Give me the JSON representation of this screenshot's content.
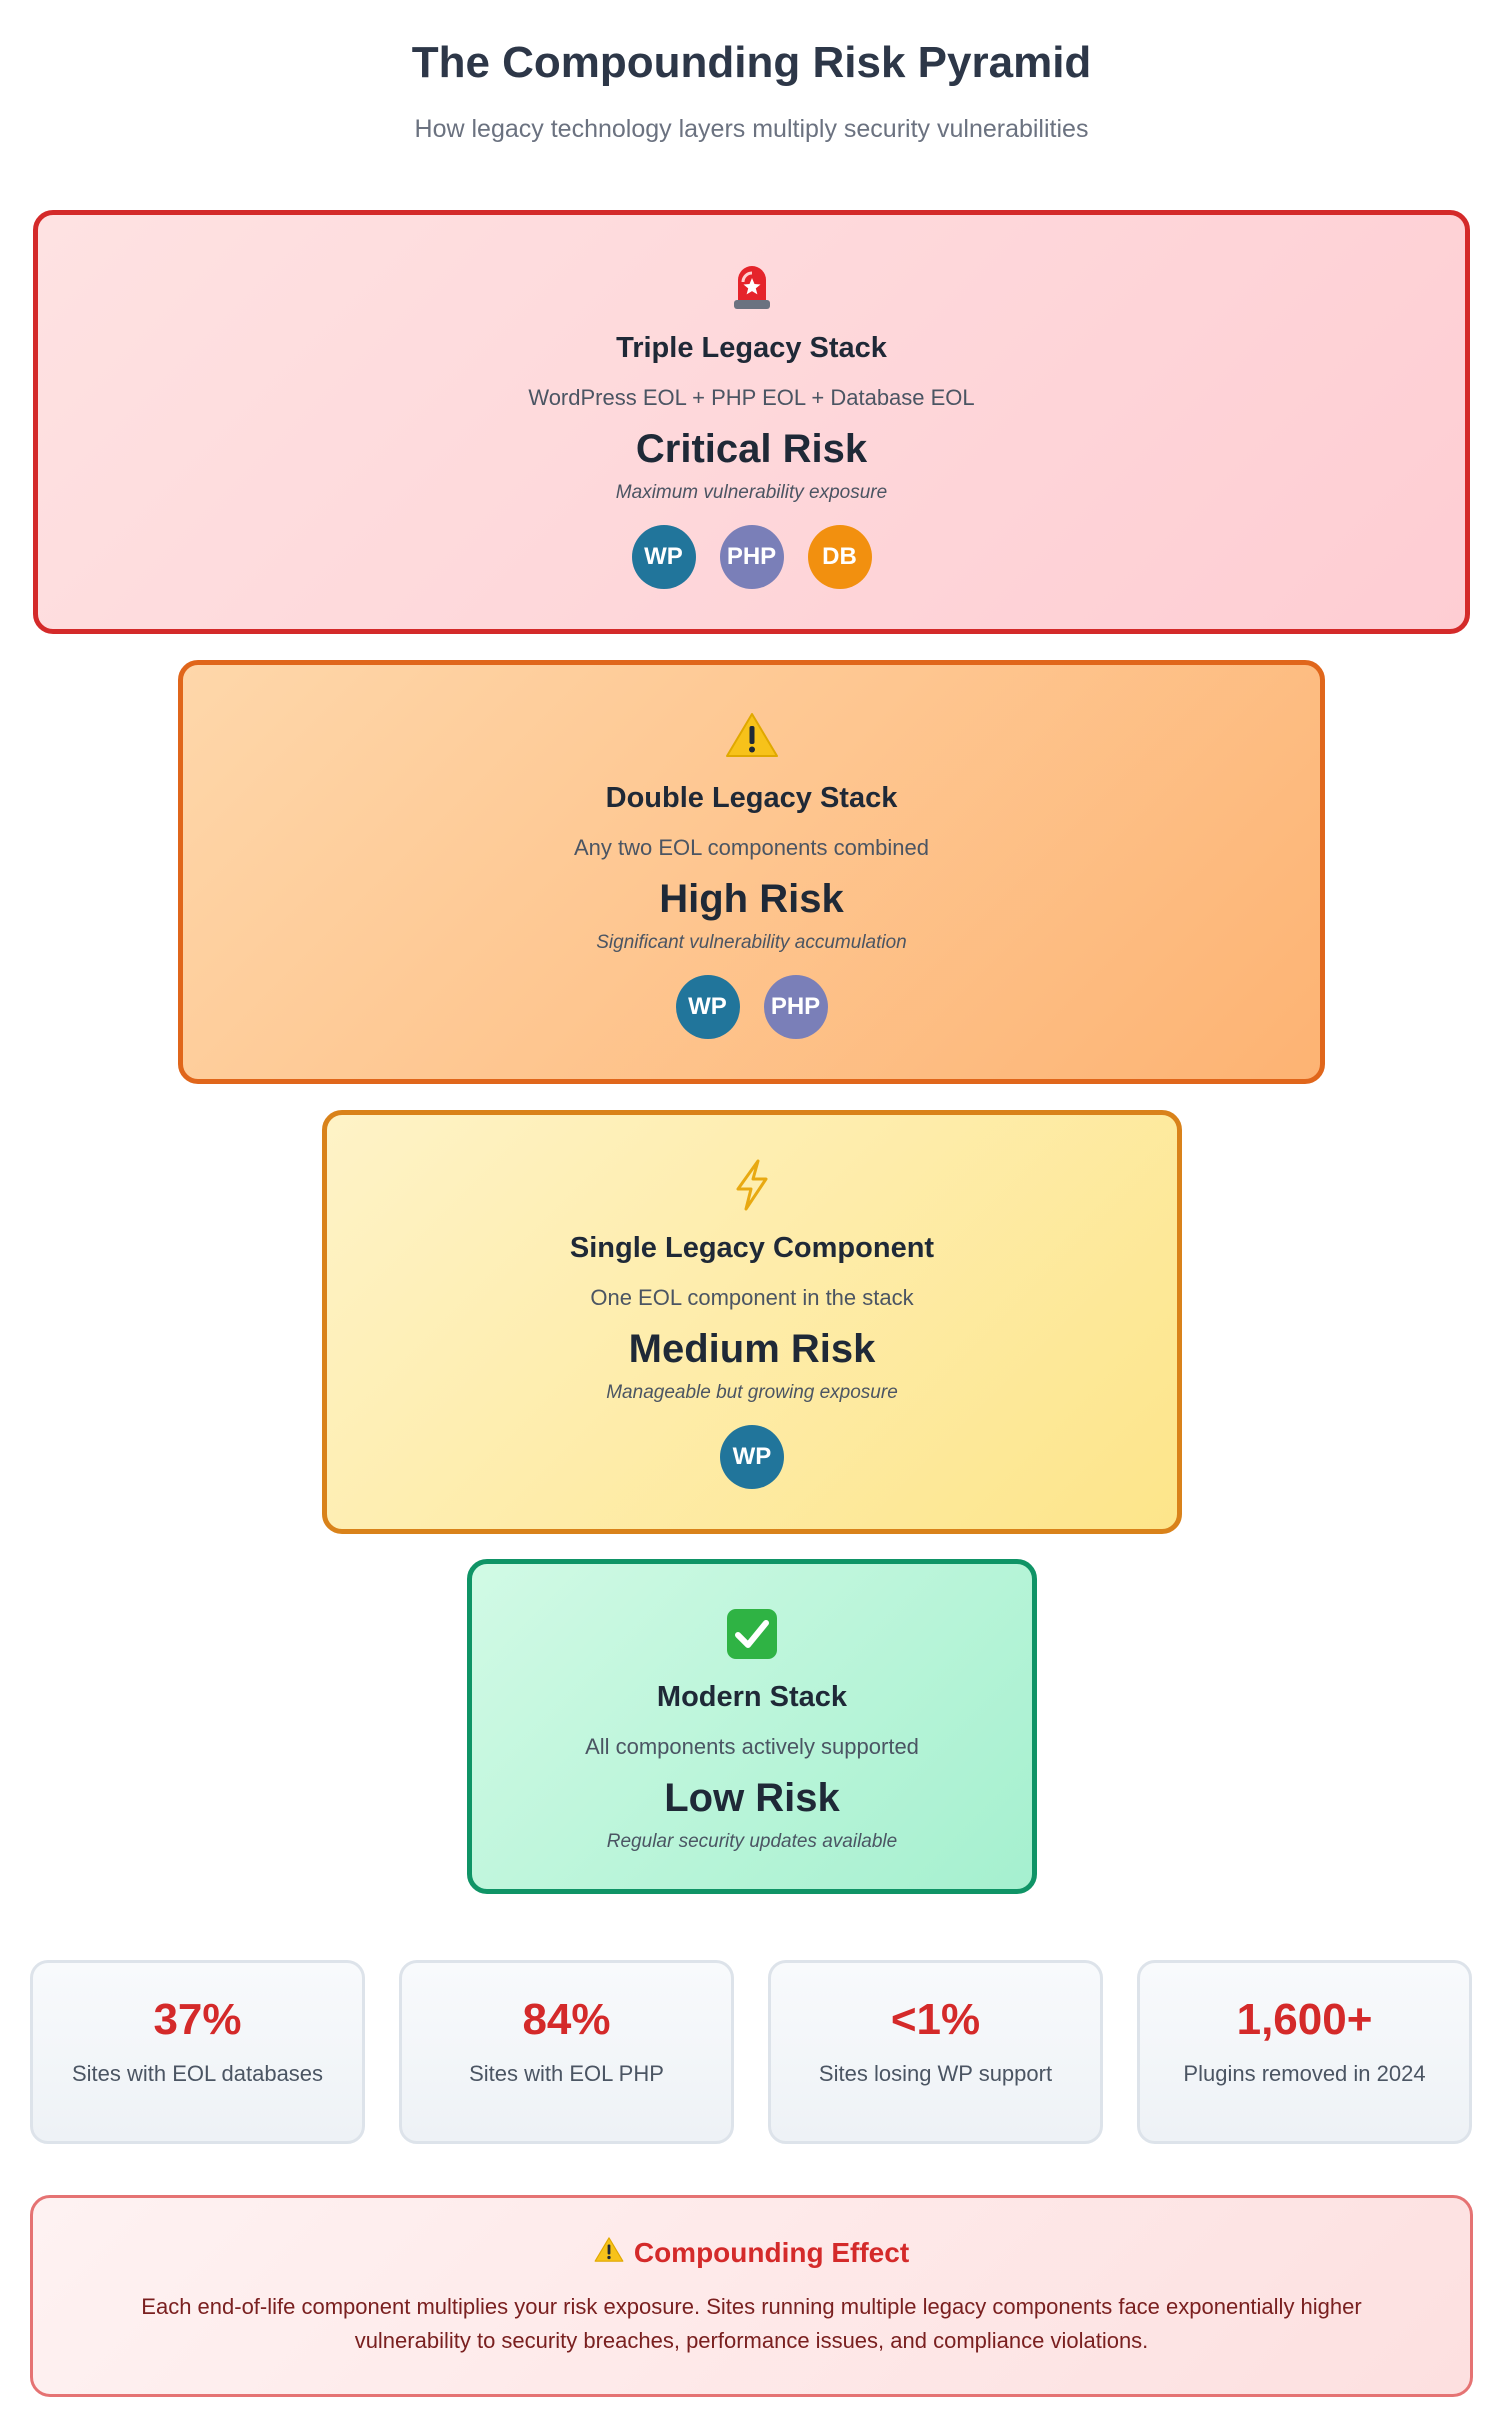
{
  "header": {
    "title": "The Compounding Risk Pyramid",
    "subtitle": "How legacy technology layers multiply security vulnerabilities"
  },
  "tiers": [
    {
      "icon": "siren-icon",
      "name": "Triple Legacy Stack",
      "description": "WordPress EOL + PHP EOL + Database EOL",
      "risk": "Critical Risk",
      "note": "Maximum vulnerability exposure",
      "badges": [
        "WP",
        "PHP",
        "DB"
      ],
      "border_color": "#d42a2a"
    },
    {
      "icon": "warning-icon",
      "name": "Double Legacy Stack",
      "description": "Any two EOL components combined",
      "risk": "High Risk",
      "note": "Significant vulnerability accumulation",
      "badges": [
        "WP",
        "PHP"
      ],
      "border_color": "#e0661b"
    },
    {
      "icon": "lightning-icon",
      "name": "Single Legacy Component",
      "description": "One EOL component in the stack",
      "risk": "Medium Risk",
      "note": "Manageable but growing exposure",
      "badges": [
        "WP"
      ],
      "border_color": "#d9821a"
    },
    {
      "icon": "check-icon",
      "name": "Modern Stack",
      "description": "All components actively supported",
      "risk": "Low Risk",
      "note": "Regular security updates available",
      "badges": [],
      "border_color": "#0f9466"
    }
  ],
  "stats": [
    {
      "value": "37%",
      "label": "Sites with EOL databases"
    },
    {
      "value": "84%",
      "label": "Sites with EOL PHP"
    },
    {
      "value": "<1%",
      "label": "Sites losing WP support"
    },
    {
      "value": "1,600+",
      "label": "Plugins removed in 2024"
    }
  ],
  "callout": {
    "icon": "warning-icon",
    "title": "Compounding Effect",
    "text": "Each end-of-life component multiplies your risk exposure. Sites running multiple legacy components face exponentially higher vulnerability to security breaches, performance issues, and compliance violations."
  },
  "colors": {
    "wp_badge": "#21759b",
    "php_badge": "#7a7fb8",
    "db_badge": "#f2900f",
    "stat_value": "#d42a2a"
  }
}
